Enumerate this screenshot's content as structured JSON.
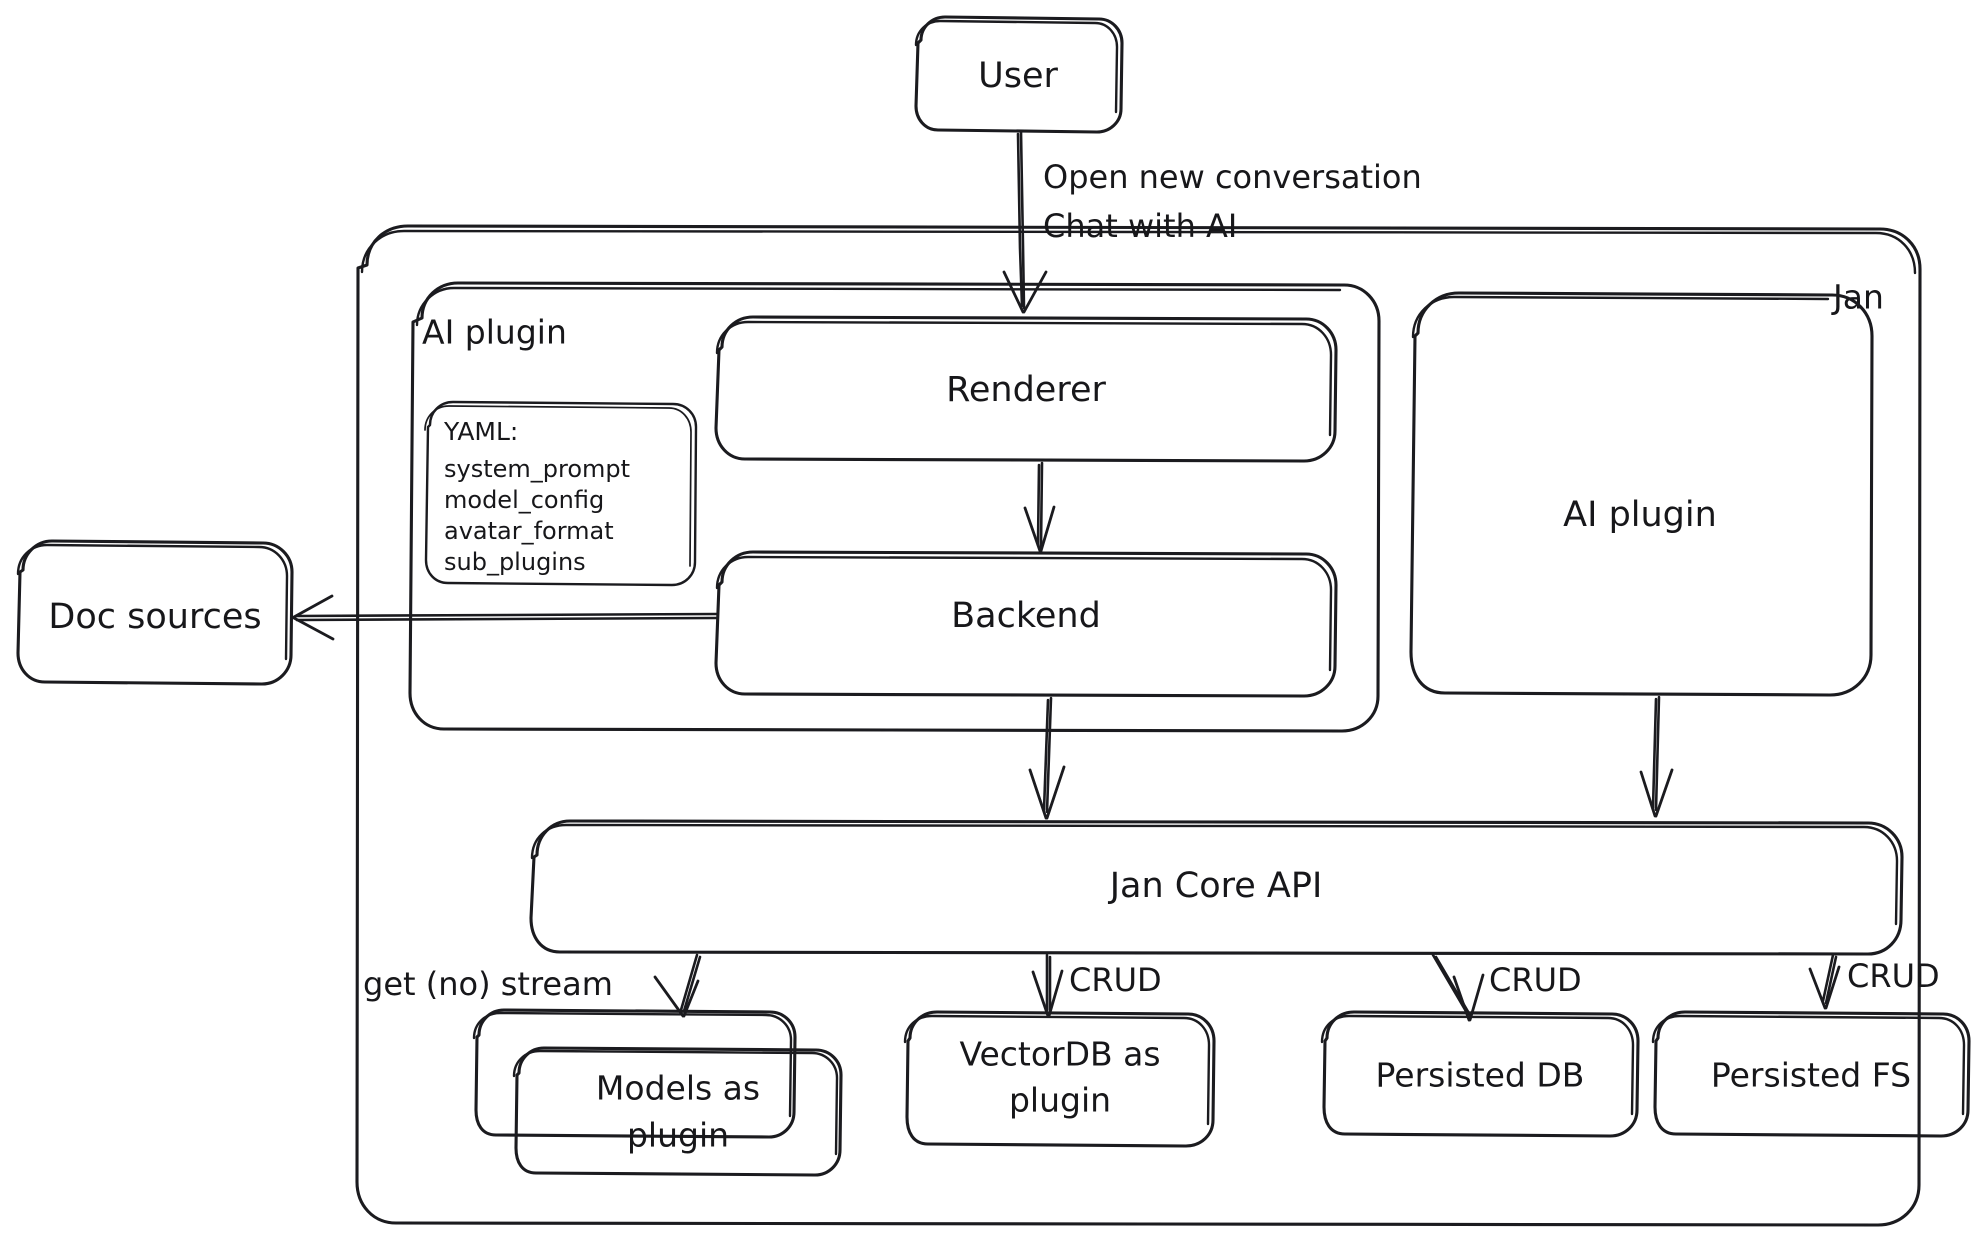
{
  "diagram": {
    "title": "Jan architecture diagram",
    "style": "hand-drawn",
    "stroke_color": "#1b1b1f",
    "background_color": "#ffffff"
  },
  "containers": {
    "jan": {
      "label": "Jan"
    },
    "ai_plugin_group": {
      "label": "AI plugin"
    }
  },
  "nodes": {
    "user": {
      "label": "User"
    },
    "renderer": {
      "label": "Renderer"
    },
    "backend": {
      "label": "Backend"
    },
    "ai_plugin": {
      "label": "AI plugin"
    },
    "doc_sources": {
      "label": "Doc sources"
    },
    "jan_core_api": {
      "label": "Jan Core API"
    },
    "models_plugin": {
      "label_line1": "Models as",
      "label_line2": "plugin"
    },
    "vectordb_plugin": {
      "label_line1": "VectorDB as",
      "label_line2": "plugin"
    },
    "persisted_db": {
      "label": "Persisted DB"
    },
    "persisted_fs": {
      "label": "Persisted FS"
    }
  },
  "yaml_card": {
    "header": "YAML:",
    "keys": [
      "system_prompt",
      "model_config",
      "avatar_format",
      "sub_plugins"
    ]
  },
  "edges": [
    {
      "id": "user-renderer",
      "from": "user",
      "to": "renderer",
      "label_line1": "Open new conversation",
      "label_line2": "Chat with AI"
    },
    {
      "id": "renderer-backend",
      "from": "renderer",
      "to": "backend",
      "label": ""
    },
    {
      "id": "backend-docsources",
      "from": "backend",
      "to": "doc_sources",
      "label": ""
    },
    {
      "id": "backend-core",
      "from": "backend",
      "to": "jan_core_api",
      "label": ""
    },
    {
      "id": "aiplugin-core",
      "from": "ai_plugin",
      "to": "jan_core_api",
      "label": ""
    },
    {
      "id": "core-models",
      "from": "jan_core_api",
      "to": "models_plugin",
      "label": "get (no) stream"
    },
    {
      "id": "core-vectordb",
      "from": "jan_core_api",
      "to": "vectordb_plugin",
      "label": "CRUD"
    },
    {
      "id": "core-db",
      "from": "jan_core_api",
      "to": "persisted_db",
      "label": "CRUD"
    },
    {
      "id": "core-fs",
      "from": "jan_core_api",
      "to": "persisted_fs",
      "label": "CRUD"
    }
  ]
}
